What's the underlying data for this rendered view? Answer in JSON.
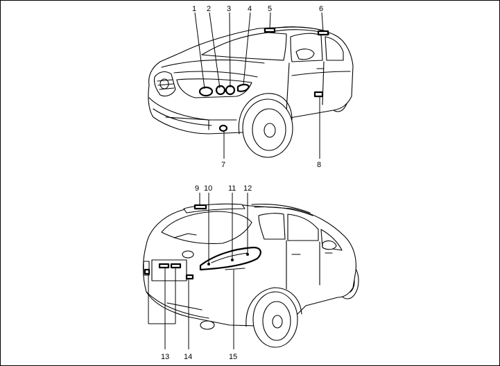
{
  "figure": {
    "views": [
      {
        "name": "front-view",
        "callouts": [
          "1",
          "2",
          "3",
          "4",
          "5",
          "6",
          "7",
          "8"
        ]
      },
      {
        "name": "rear-view",
        "callouts": [
          "9",
          "10",
          "11",
          "12",
          "13",
          "14",
          "15"
        ]
      }
    ]
  }
}
